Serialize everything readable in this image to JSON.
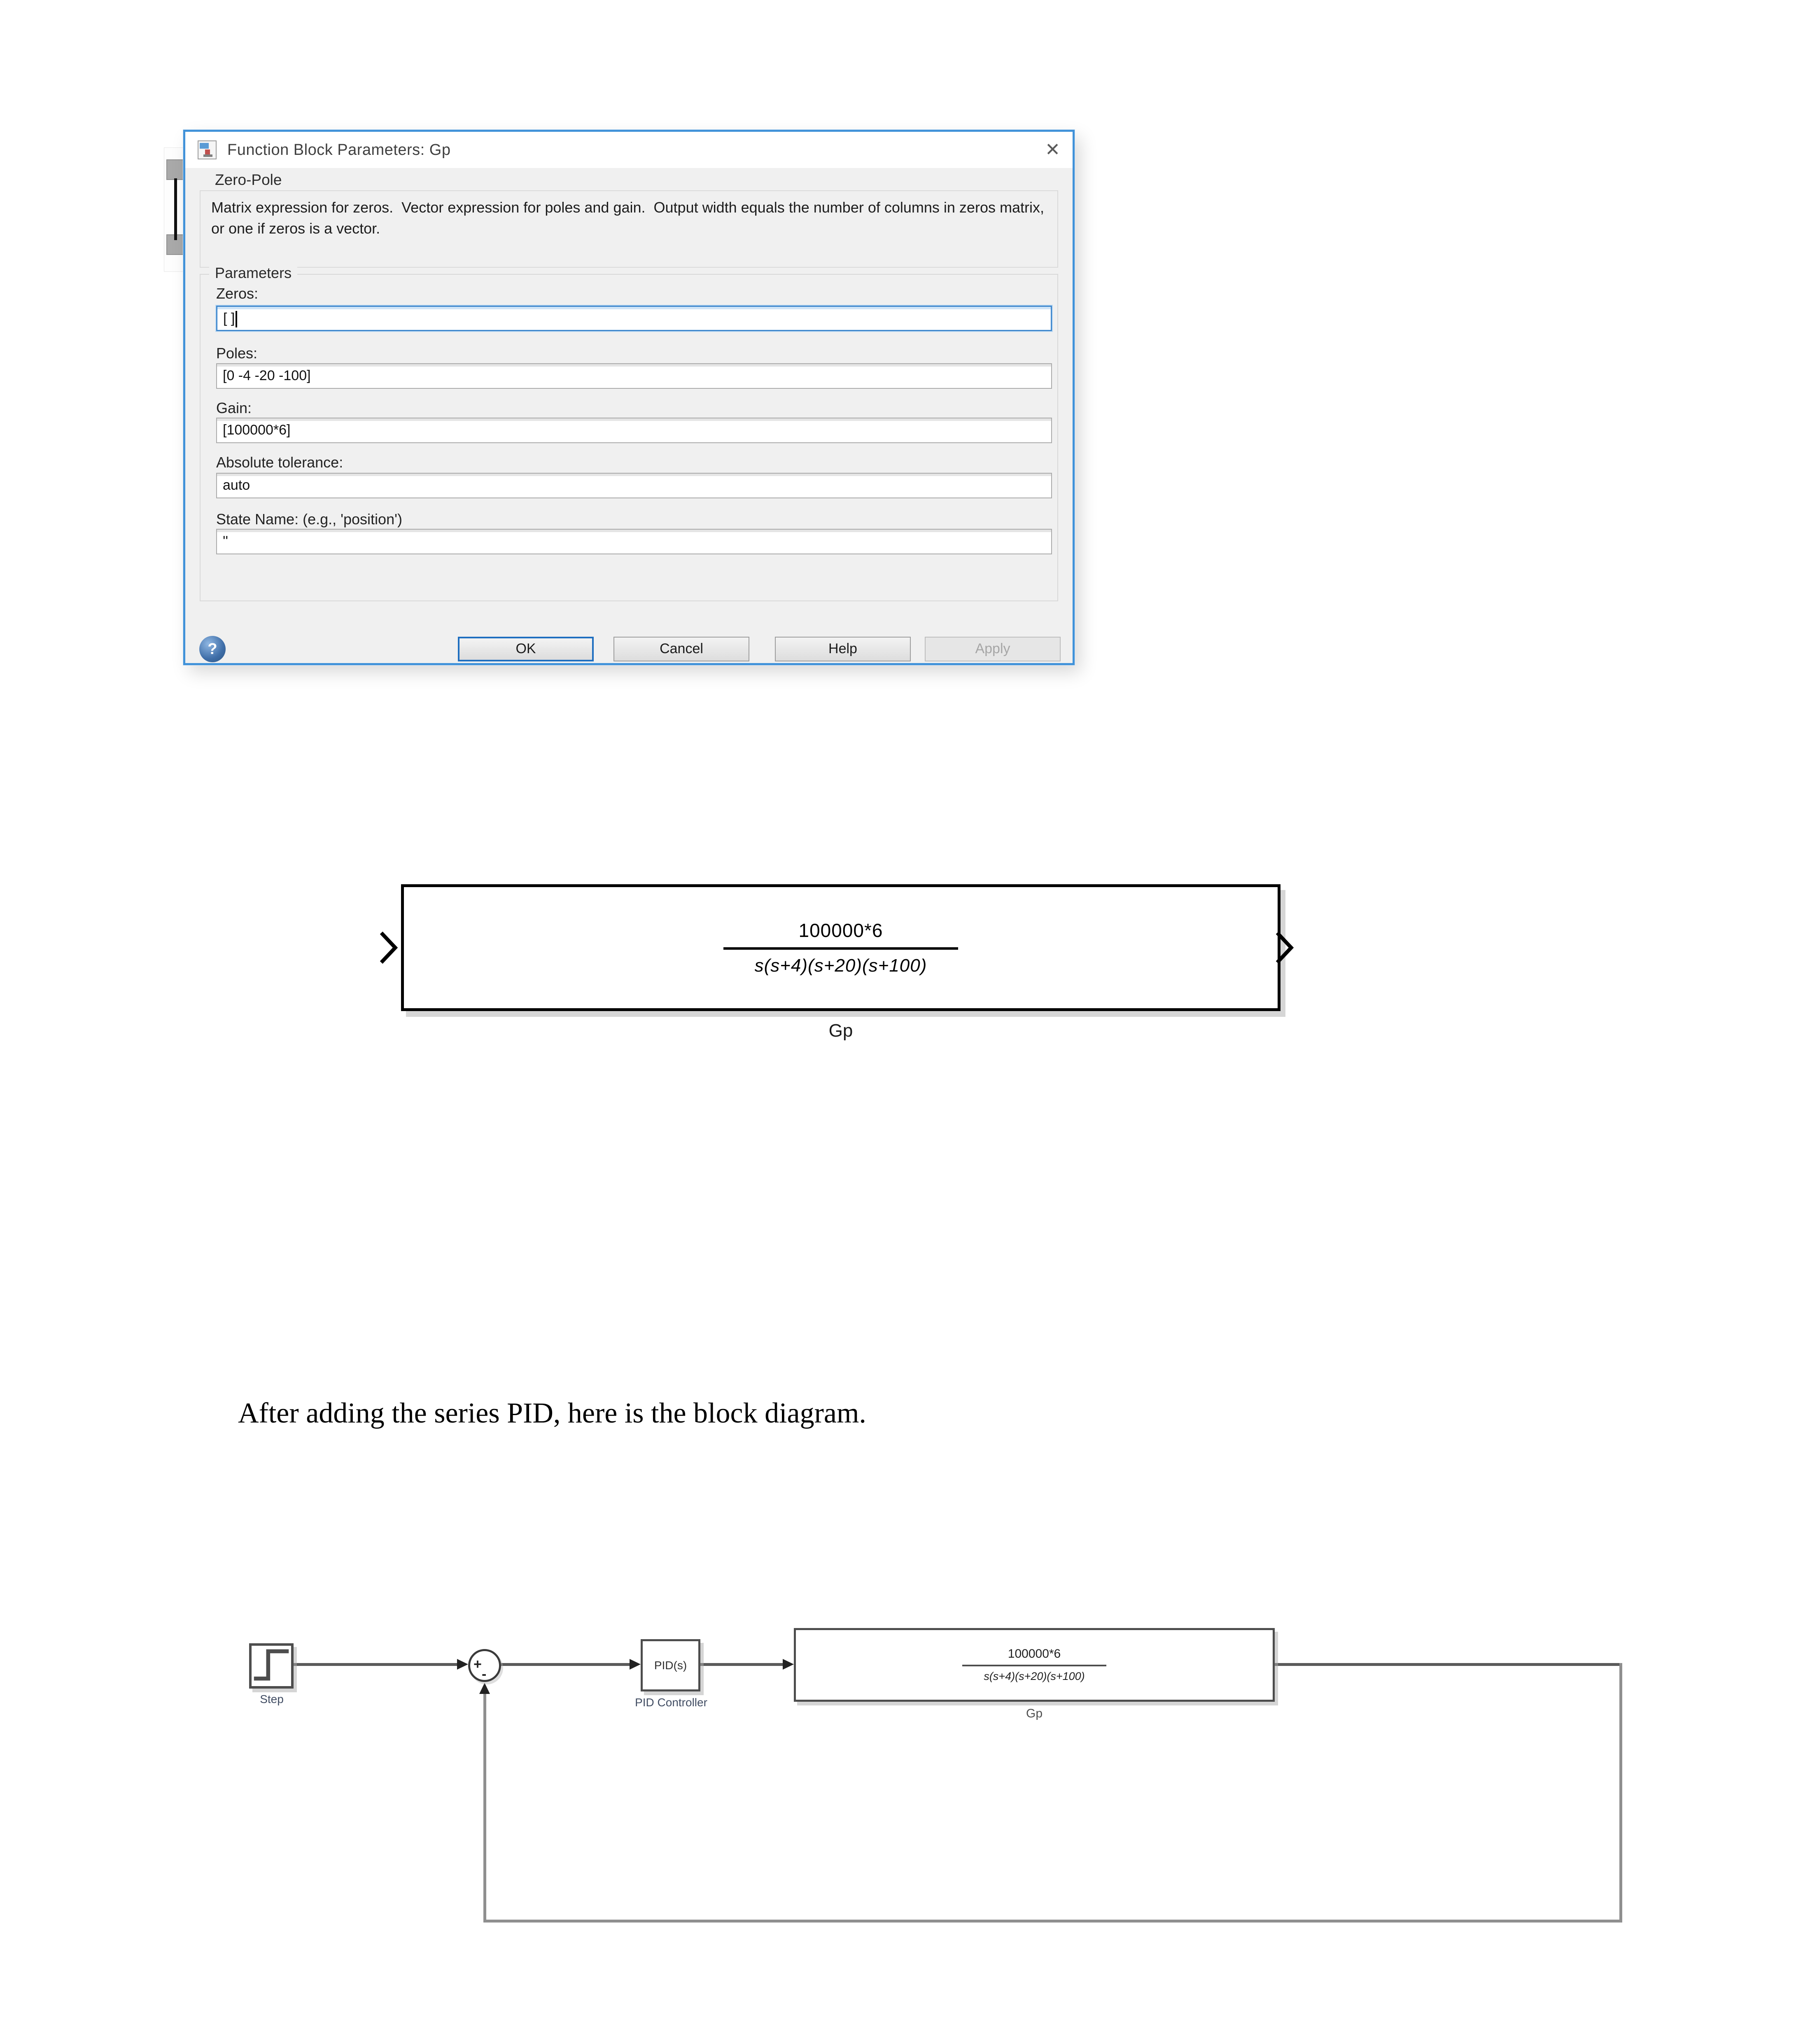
{
  "dialog": {
    "title": "Function Block Parameters: Gp",
    "close_glyph": "✕",
    "section_title": "Zero-Pole",
    "description": "Matrix expression for zeros.  Vector expression for poles and gain.  Output width equals the number of columns in zeros matrix, or one if zeros is a vector.",
    "parameters_label": "Parameters",
    "fields": [
      {
        "label": "Zeros:",
        "value": "[ ]",
        "state": "focused"
      },
      {
        "label": "Poles:",
        "value": "[0 -4 -20 -100]",
        "state": "normal"
      },
      {
        "label": "Gain:",
        "value": "[100000*6]",
        "state": "normal"
      },
      {
        "label": "Absolute tolerance:",
        "value": "auto",
        "state": "normal"
      },
      {
        "label": "State Name: (e.g., 'position')",
        "value": "''",
        "state": "normal"
      }
    ],
    "help_glyph": "?",
    "buttons": [
      {
        "label": "OK",
        "state": "focused"
      },
      {
        "label": "Cancel",
        "state": "normal"
      },
      {
        "label": "Help",
        "state": "normal"
      },
      {
        "label": "Apply",
        "state": "disabled"
      }
    ]
  },
  "tf_block": {
    "numerator": "100000*6",
    "denominator": "s(s+4)(s+20)(s+100)",
    "name": "Gp"
  },
  "caption": "After adding the series PID, here is the block diagram.",
  "diagram": {
    "step": {
      "name": "Step"
    },
    "sum": {
      "plus": "+",
      "minus": "-"
    },
    "pid": {
      "text": "PID(s)",
      "name": "PID Controller"
    },
    "plant": {
      "numerator": "100000*6",
      "denominator": "s(s+4)(s+20)(s+100)",
      "name": "Gp"
    }
  },
  "colors": {
    "dialog_border": "#4192d9",
    "dialog_body": "#f0f0f0",
    "titlebar_bg": "#ffffff",
    "focus_blue": "#1f6fc0",
    "field_border": "#a9a9a9",
    "disabled_text": "#a6a6a6",
    "wire": "#5a5a5a",
    "feedback_wire": "#8f8f8f",
    "block_border": "#4d4d4d"
  }
}
